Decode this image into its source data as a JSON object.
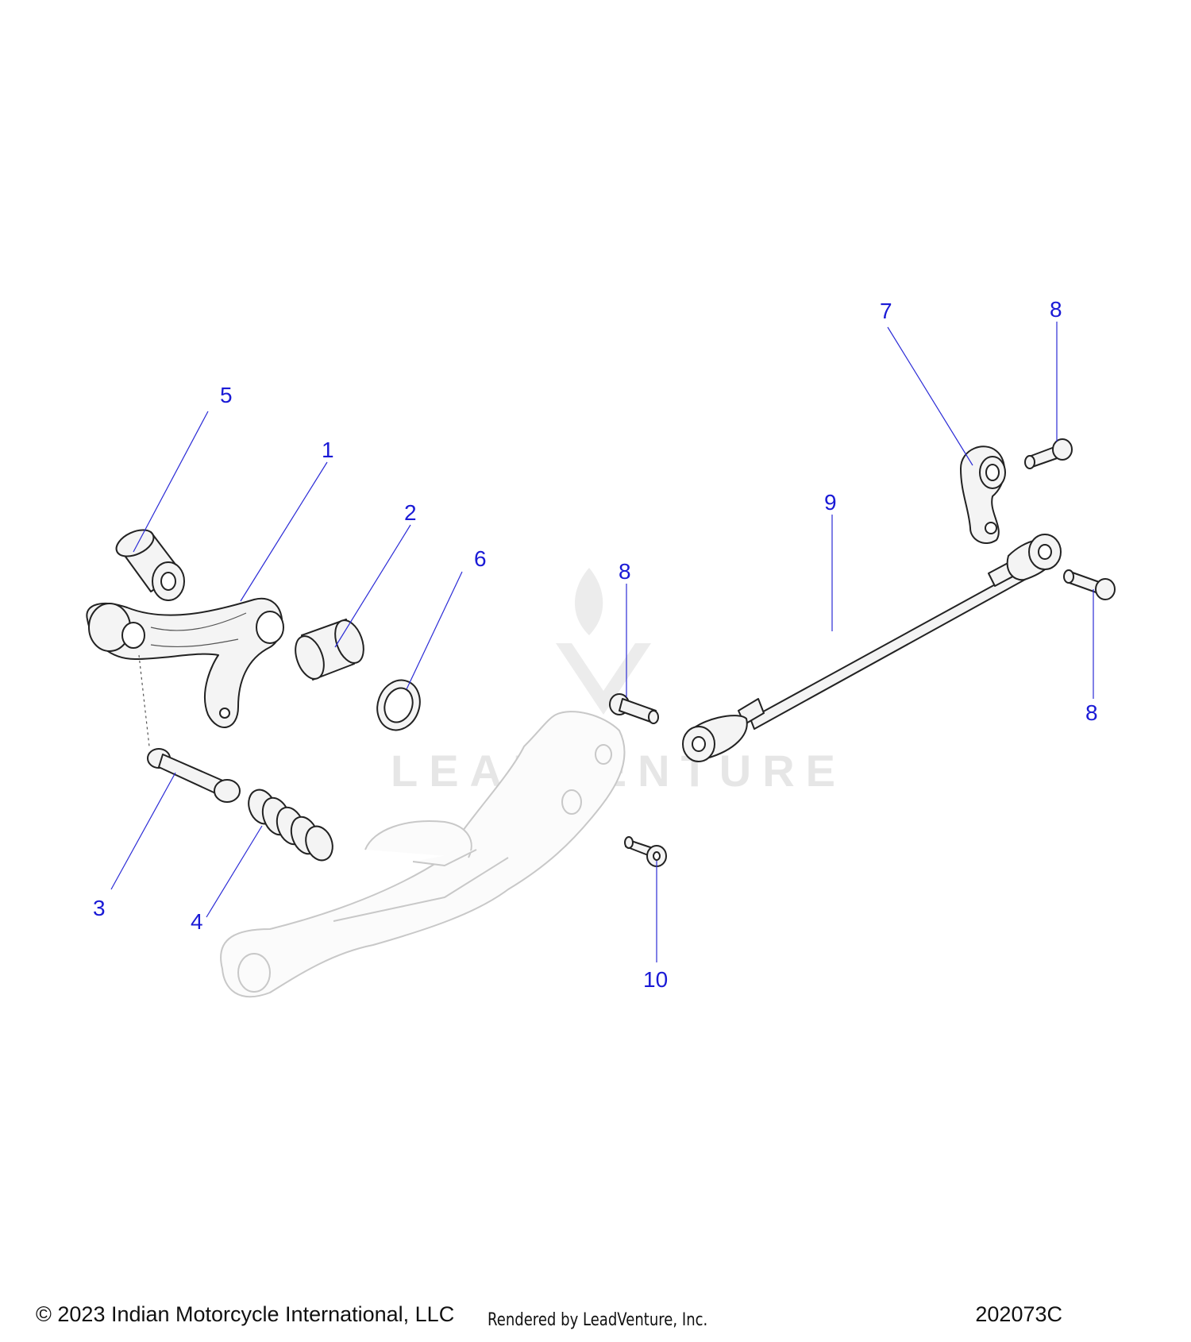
{
  "watermark": {
    "text": "LEADVENTURE"
  },
  "callouts": {
    "c1": "1",
    "c2": "2",
    "c3": "3",
    "c4": "4",
    "c5": "5",
    "c6": "6",
    "c7": "7",
    "c8a": "8",
    "c8b": "8",
    "c8c": "8",
    "c9": "9",
    "c10": "10"
  },
  "footer": {
    "copyright": "© 2023 Indian Motorcycle International, LLC",
    "rendered_by": "Rendered by LeadVenture, Inc.",
    "diagram_id": "202073C"
  },
  "colors": {
    "callout": "#1a1ad6",
    "linework": "#222222",
    "watermark": "#e6e6e6"
  }
}
